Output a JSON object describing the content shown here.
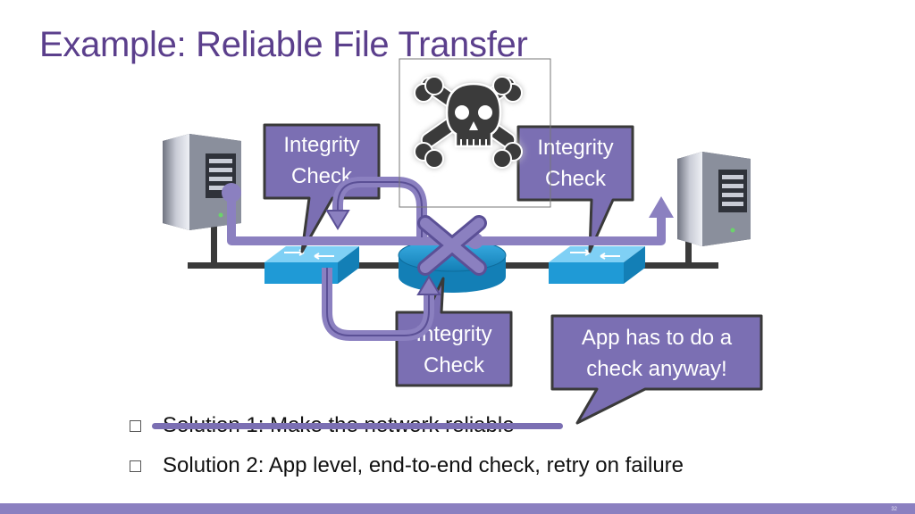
{
  "slide": {
    "title": "Example: Reliable File Transfer",
    "callouts": {
      "left_line1": "Integrity",
      "left_line2": "Check",
      "right_line1": "Integrity",
      "right_line2": "Check",
      "bottom_line1": "Integrity",
      "bottom_line2": "Check",
      "app_line1": "App has to do a",
      "app_line2": "check anyway!"
    },
    "bullets": [
      "Solution 1: Make the network reliable",
      "Solution 2: App level, end-to-end check, retry on failure"
    ],
    "page_number": "32"
  },
  "colors": {
    "title": "#5b3f8c",
    "callout_fill": "#7b6fb3",
    "callout_border": "#3a3a3a",
    "arrow": "#8b80c0",
    "switch": "#1f9ad6",
    "footer": "#8b80c0"
  },
  "icons": [
    "server-icon",
    "switch-icon",
    "router-icon",
    "skull-crossbones-icon",
    "x-mark-icon"
  ]
}
